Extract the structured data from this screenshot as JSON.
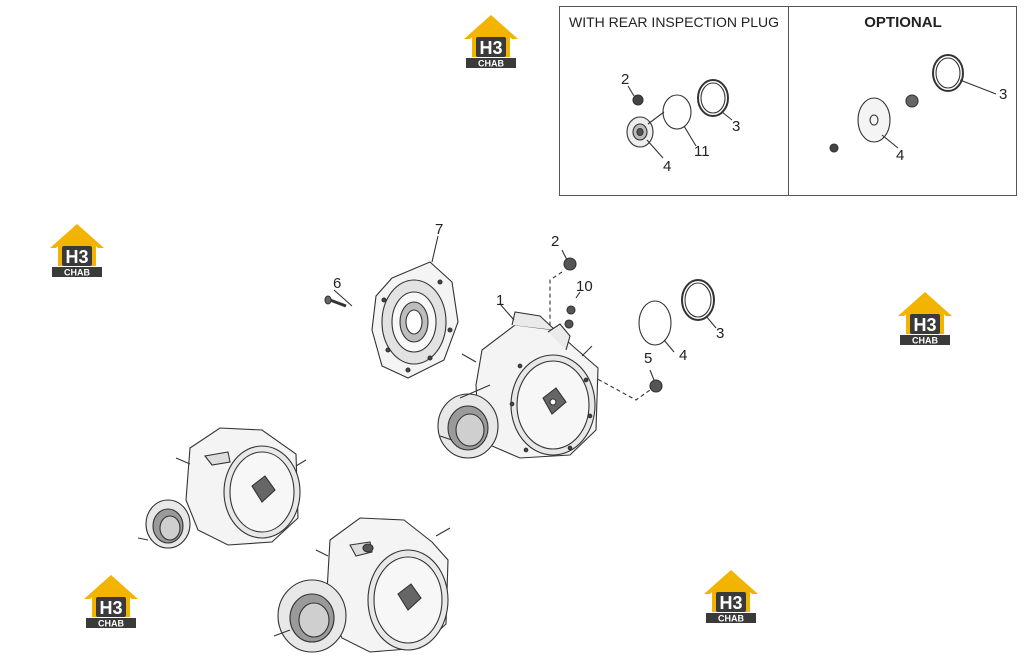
{
  "inset": {
    "left_title": "WITH REAR INSPECTION PLUG",
    "right_title": "OPTIONAL"
  },
  "callouts": {
    "inset_left": [
      "2",
      "3",
      "11",
      "4"
    ],
    "inset_right": [
      "3",
      "4"
    ],
    "main": [
      "7",
      "2",
      "6",
      "10",
      "1",
      "3",
      "4",
      "5"
    ]
  },
  "watermark": {
    "logo_letters": "H3",
    "logo_caption": "CHAB",
    "colors": {
      "roof": "#f2b400",
      "badge": "#3a3a3a",
      "text": "#ffffff"
    }
  },
  "colors": {
    "line": "#333333",
    "fill_light": "#f4f4f4",
    "fill_mid": "#dcdcdc",
    "fill_dark": "#9a9a9a"
  }
}
